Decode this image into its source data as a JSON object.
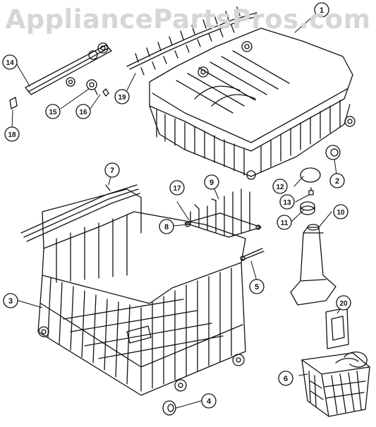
{
  "watermark": "AppliancePartsPros.com",
  "callouts": [
    "1",
    "2",
    "3",
    "4",
    "5",
    "6",
    "7",
    "8",
    "9",
    "10",
    "11",
    "12",
    "13",
    "14",
    "15",
    "16",
    "17",
    "18",
    "19",
    "20"
  ],
  "colors": {
    "line": "#111111",
    "background": "#ffffff",
    "watermark": "#d6d6d6"
  }
}
